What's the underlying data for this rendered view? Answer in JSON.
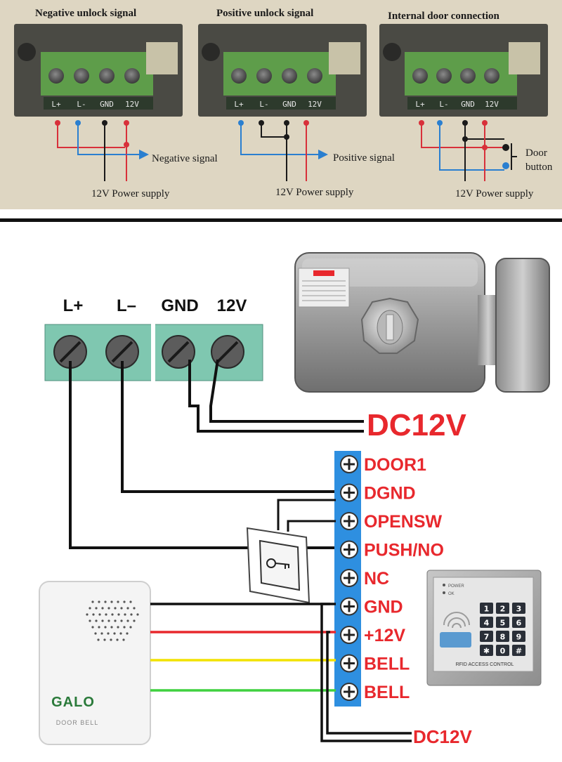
{
  "top_panel": {
    "background": "#ded6c2",
    "wire_colors": {
      "red": "#d8303a",
      "blue": "#2a7fd0",
      "black": "#1a1a1a",
      "arrow": "#2a7fd0"
    },
    "terminal_labels": [
      "L+",
      "L-",
      "GND",
      "12V"
    ],
    "panels": [
      {
        "title": "Negative unlock signal",
        "signal_label": "Negative signal",
        "power_label": "12V Power supply"
      },
      {
        "title": "Positive unlock signal",
        "signal_label": "Positive signal",
        "power_label": "12V Power supply"
      },
      {
        "title": "Internal door connection",
        "button_label_1": "Door",
        "button_label_2": "button",
        "power_label": "12V Power supply"
      }
    ]
  },
  "main": {
    "terminal_labels": [
      "L+",
      "L–",
      "GND",
      "12V"
    ],
    "terminal_block_color": "#7fc7b0",
    "dc_top": "DC12V",
    "dc_bottom": "DC12V",
    "label_color": "#e8282d",
    "controller_strip_color": "#2e8fe0",
    "controller_terminals": [
      "DOOR1",
      "DGND",
      "OPENSW",
      "PUSH/NO",
      "NC",
      "GND",
      "+12V",
      "BELL",
      "BELL"
    ],
    "wire_colors": {
      "black": "#111111",
      "red": "#e8282d",
      "yellow": "#f2e200",
      "green": "#3fd13f"
    },
    "doorbell": {
      "brand": "GALO",
      "label": "DOOR BELL"
    },
    "keypad": {
      "keys": [
        "1",
        "2",
        "3",
        "4",
        "5",
        "6",
        "7",
        "8",
        "9",
        "✱",
        "0",
        "#"
      ],
      "indicator_1": "POWER",
      "indicator_2": "OK",
      "footer": "RFID ACCESS CONTROL"
    }
  }
}
